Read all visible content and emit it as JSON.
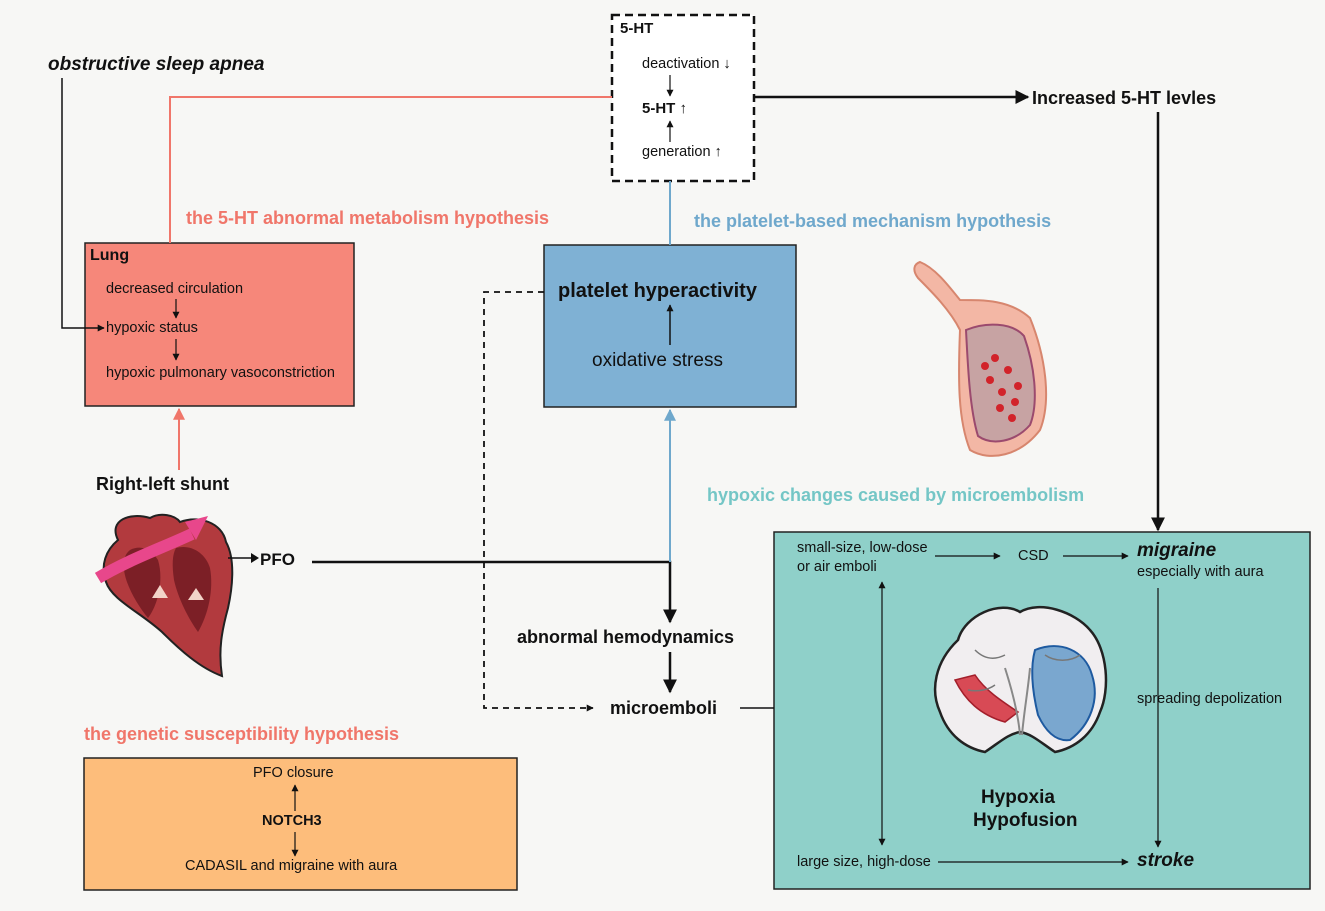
{
  "colors": {
    "lung_box": "#f6877a",
    "platelet_box": "#7fb1d4",
    "genetic_box": "#fdbd7b",
    "outcome_box": "#8fd0c9",
    "red_hypothesis": "#f0766a",
    "blue_hypothesis": "#6fa8cc",
    "teal_hypothesis": "#74c6c6"
  },
  "top_left_label": "obstructive sleep apnea",
  "serotonin_box": {
    "title": "5-HT",
    "deactivation": "deactivation ↓",
    "level": "5-HT ↑",
    "generation": "generation ↑"
  },
  "increased_label": "Increased 5-HT levles",
  "hypotheses": {
    "serotonin": "the 5-HT abnormal metabolism hypothesis",
    "platelet": "the platelet-based mechanism hypothesis",
    "microembolism": "hypoxic changes caused by microembolism",
    "genetic": "the genetic susceptibility hypothesis"
  },
  "lung_box": {
    "title": "Lung",
    "line1": "decreased circulation",
    "line2": "hypoxic status",
    "line3": "hypoxic pulmonary vasoconstriction"
  },
  "platelet_box": {
    "title": "platelet hyperactivity",
    "cause": "oxidative stress"
  },
  "shunt_label": "Right-left shunt",
  "pfo_label": "PFO",
  "hemodynamics_label": "abnormal hemodynamics",
  "microemboli_label": "microemboli",
  "genetic_box": {
    "top": "PFO closure",
    "middle": "NOTCH3",
    "bottom": "CADASIL and migraine with aura"
  },
  "outcome_box": {
    "small_emboli": "small-size, low-dose",
    "small_emboli_2": "or air emboli",
    "csd": "CSD",
    "migraine": "migraine",
    "migraine_sub": "especially with aura",
    "spreading": "spreading depolization",
    "hypoxia": "Hypoxia",
    "hypofusion": "Hypofusion",
    "large_emboli": "large size, high-dose",
    "stroke": "stroke"
  },
  "icons": [
    "heart-icon",
    "blood-vessel-icon",
    "brain-icon"
  ]
}
